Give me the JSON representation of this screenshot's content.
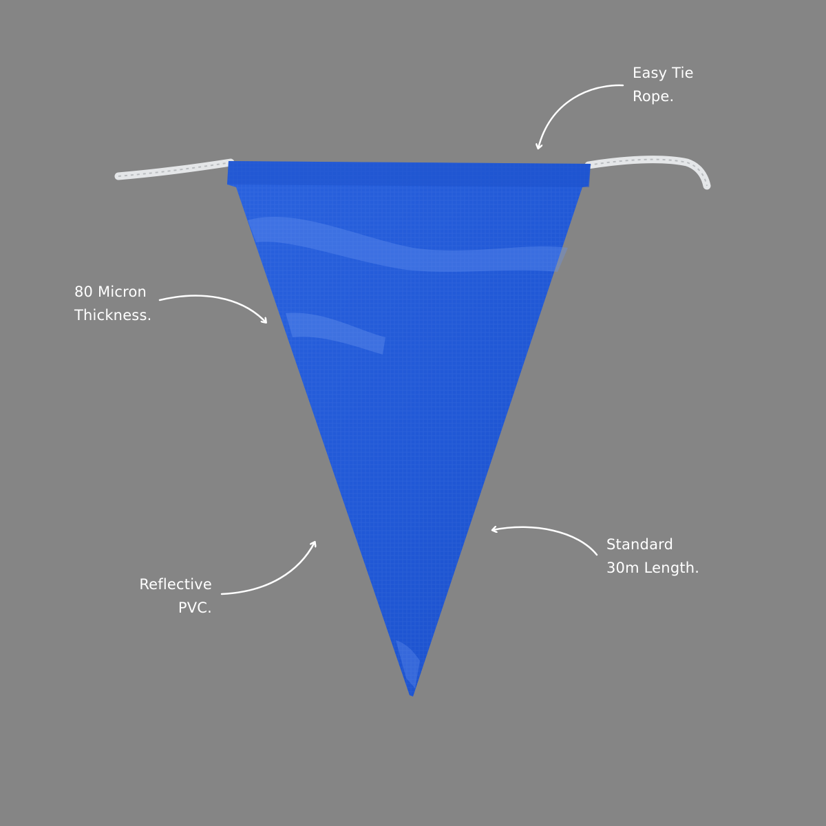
{
  "colors": {
    "background": "#858585",
    "flag": "#2058d6",
    "flag_dark": "#1646b8",
    "flag_highlight": "#4f82ef",
    "rope": "#e6e8ea",
    "label": "#ffffff"
  },
  "callouts": {
    "rope": {
      "line1": "Easy Tie",
      "line2": "Rope."
    },
    "thickness": {
      "line1": "80 Micron",
      "line2": "Thickness."
    },
    "length": {
      "line1": "Standard",
      "line2": "30m Length."
    },
    "material": {
      "line1": "Reflective",
      "line2": "PVC."
    }
  },
  "icons": [
    "arrow-icon"
  ]
}
